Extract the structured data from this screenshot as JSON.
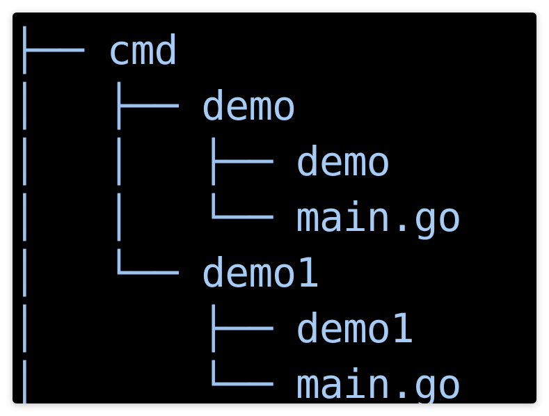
{
  "tree": {
    "lines": [
      {
        "prefix": "├── ",
        "name": "cmd"
      },
      {
        "prefix": "│   ├── ",
        "name": "demo"
      },
      {
        "prefix": "│   │   ├── ",
        "name": "demo"
      },
      {
        "prefix": "│   │   └── ",
        "name": "main.go"
      },
      {
        "prefix": "│   └── ",
        "name": "demo1"
      },
      {
        "prefix": "│       ├── ",
        "name": "demo1"
      },
      {
        "prefix": "│       └── ",
        "name": "main.go"
      }
    ]
  },
  "colors": {
    "background": "#000000",
    "text": "#9cc2f0"
  }
}
